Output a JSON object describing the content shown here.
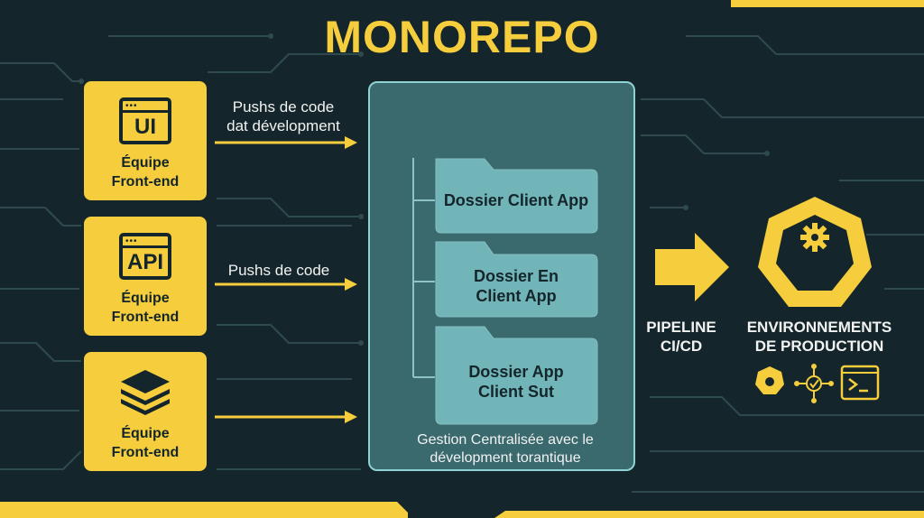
{
  "diagram": {
    "title": "MONOREPO",
    "teams": [
      {
        "icon_text": "UI",
        "icon": "ui-window-icon",
        "label": "Équipe\nFront-end"
      },
      {
        "icon_text": "API",
        "icon": "api-window-icon",
        "label": "Équipe\nFront-end"
      },
      {
        "icon_text": "",
        "icon": "layers-stack-icon",
        "label": "Équipe\nFront-end"
      }
    ],
    "push_labels": [
      "Pushs de code\ndat dévelopment",
      "Pushs de code"
    ],
    "repo": {
      "folders": [
        "Dossier Client App",
        "Dossier En\nClient App",
        "Dossier App\nClient Sut"
      ],
      "caption": "Gestion Centralisée avec le\ndévelopment torantique"
    },
    "pipeline_label": "PIPELINE\nCI/CD",
    "environment": {
      "label": "ENVIRONNEMENTS\nDE PRODUCTION",
      "icons": [
        "gear-heptagon-icon",
        "network-nodes-icon",
        "terminal-icon"
      ]
    }
  },
  "colors": {
    "background": "#14262b",
    "accent_yellow": "#f5cd3d",
    "circuit_line": "#2f4a4f",
    "repo_fill": "#5aa0a5",
    "folder_fill": "#8fcfcf",
    "text_light": "#f2f2f2",
    "text_dark": "#14262b"
  }
}
